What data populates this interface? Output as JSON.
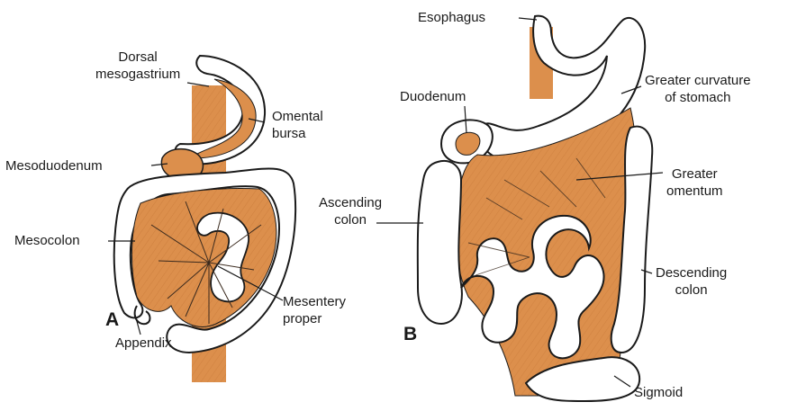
{
  "colors": {
    "mesentery": "#dc8f4c",
    "mesentery_dark": "#b8692a",
    "gut_wall": "#ffffff",
    "outline": "#1a1a1a",
    "shading": "#6b5a4a"
  },
  "panels": {
    "a": {
      "letter": "A"
    },
    "b": {
      "letter": "B"
    }
  },
  "labels": {
    "dorsal_mesogastrium": "Dorsal\nmesogastrium",
    "omental_bursa": "Omental\nbursa",
    "mesoduodenum": "Mesoduodenum",
    "mesocolon": "Mesocolon",
    "mesentery_proper": "Mesentery\nproper",
    "appendix": "Appendix",
    "esophagus": "Esophagus",
    "duodenum": "Duodenum",
    "greater_curvature": "Greater curvature\nof stomach",
    "greater_omentum": "Greater\nomentum",
    "ascending_colon": "Ascending\ncolon",
    "descending_colon": "Descending\ncolon",
    "sigmoid": "Sigmoid"
  }
}
